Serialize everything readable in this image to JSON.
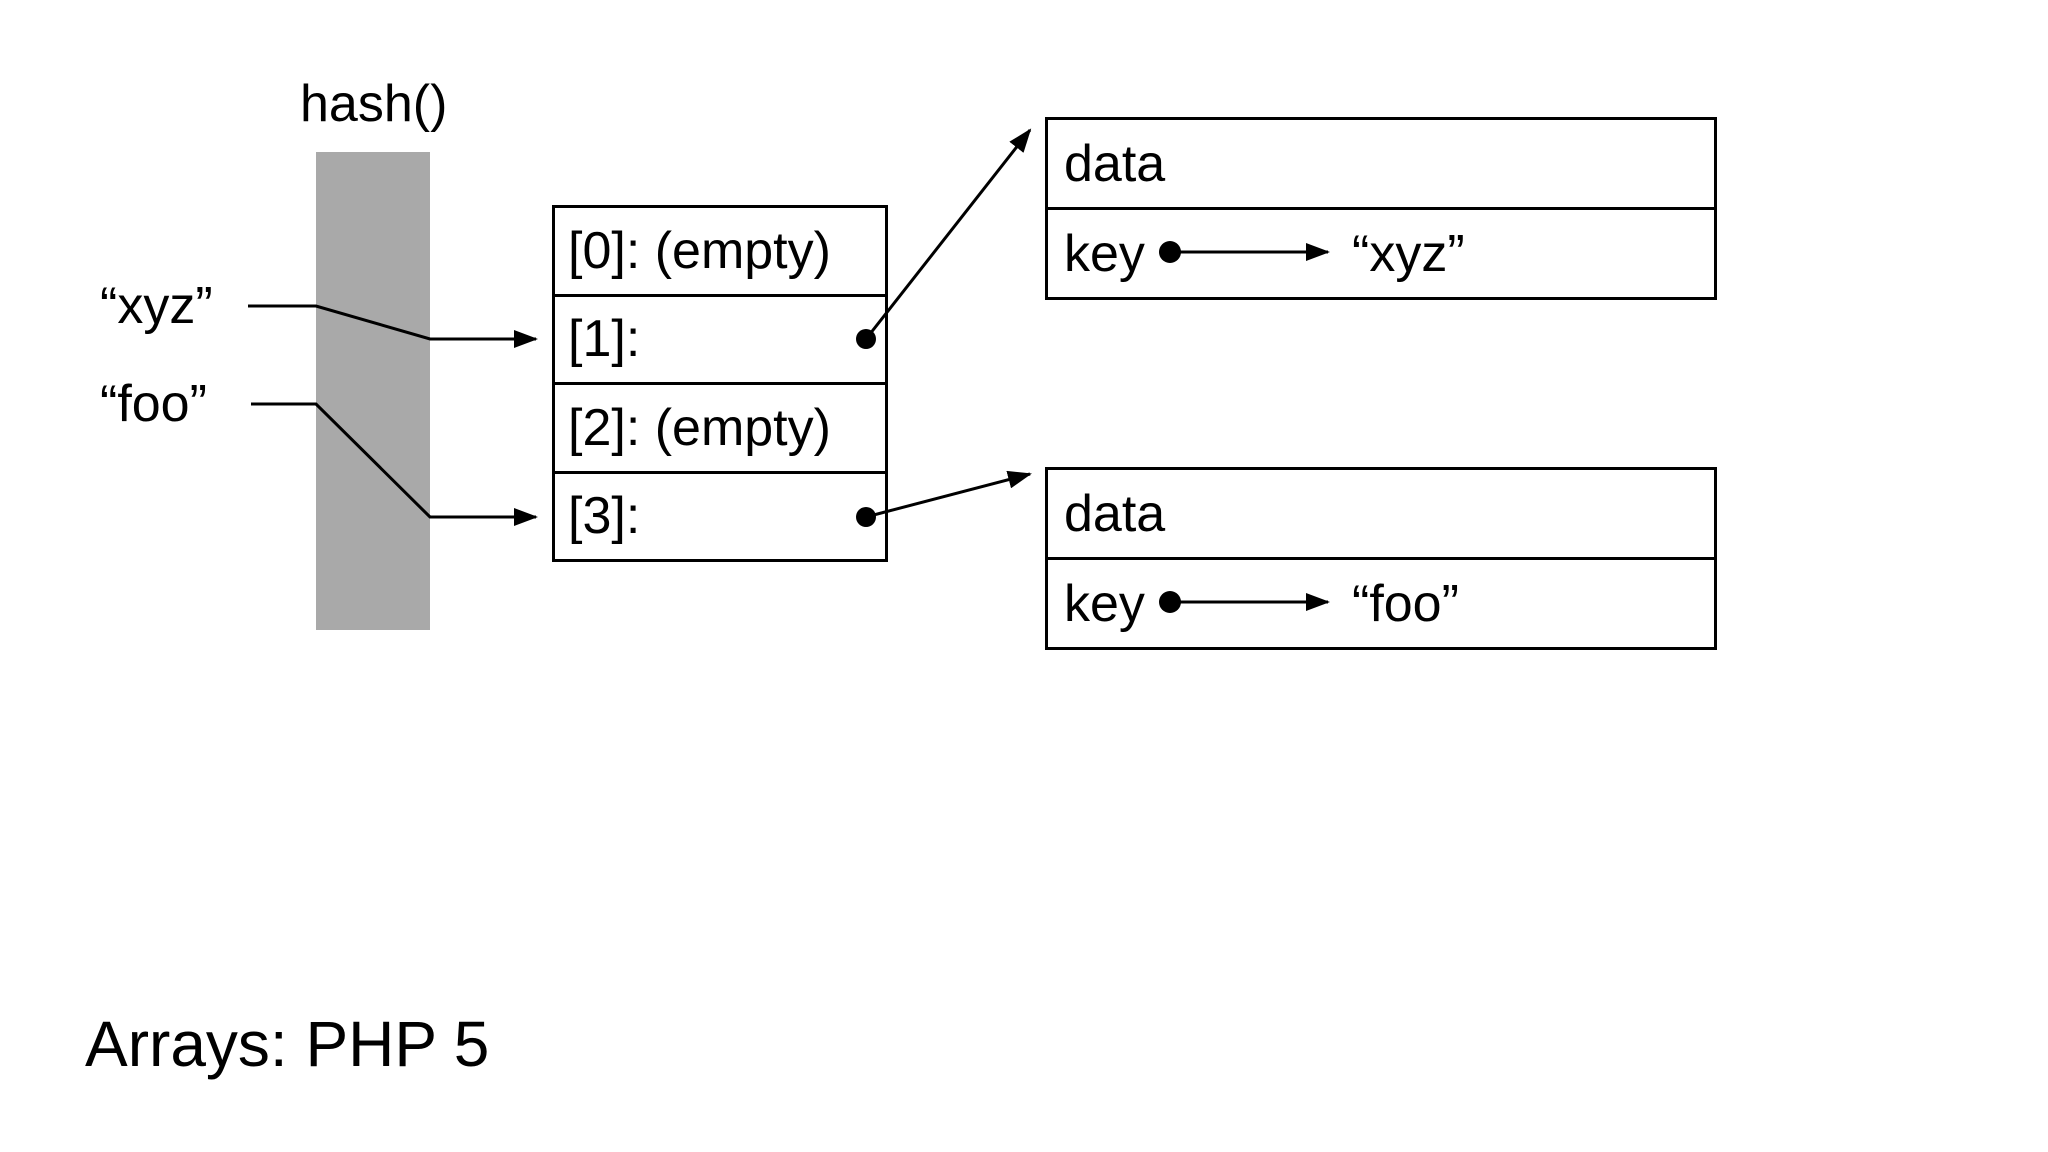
{
  "slide": {
    "title": "Arrays: PHP 5"
  },
  "diagram": {
    "hash_function_label": "hash()",
    "input_keys": [
      {
        "label": "“xyz”"
      },
      {
        "label": "“foo”"
      }
    ],
    "hash_table": {
      "slots": [
        {
          "label": "[0]: (empty)"
        },
        {
          "label": "[1]:"
        },
        {
          "label": "[2]: (empty)"
        },
        {
          "label": "[3]:"
        }
      ]
    },
    "buckets": [
      {
        "data_label": "data",
        "key_label": "key",
        "key_value": "“xyz”"
      },
      {
        "data_label": "data",
        "key_label": "key",
        "key_value": "“foo”"
      }
    ],
    "colors": {
      "hash_bar": "#a9a9a9",
      "line": "#000000",
      "background": "#ffffff"
    }
  }
}
